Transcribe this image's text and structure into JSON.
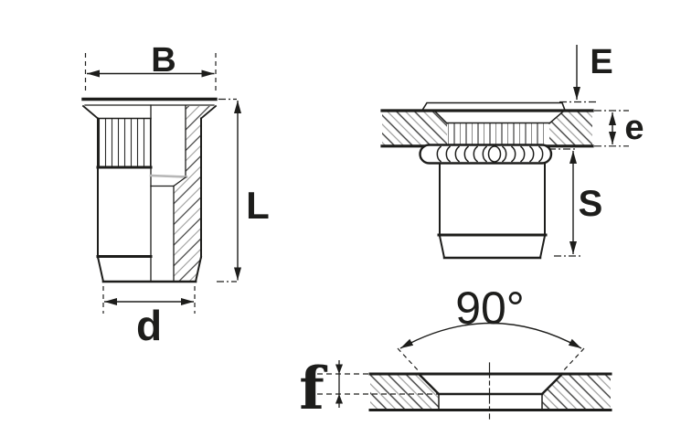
{
  "drawing": {
    "type": "technical-drawing",
    "subject": "blind rivet nut, countersunk head, sectioned views with installed state and countersunk hole detail"
  },
  "labels": {
    "B": "B",
    "L": "L",
    "d": "d",
    "E": "E",
    "e": "e",
    "S": "S",
    "angle": "90°",
    "f": "f"
  },
  "colors": {
    "line": "#1d1d1b",
    "hatch_dark": "#3c3c3b",
    "hatch_light": "#9d9d9c",
    "step_gray": "#b7b7b7",
    "background": "#ffffff"
  }
}
